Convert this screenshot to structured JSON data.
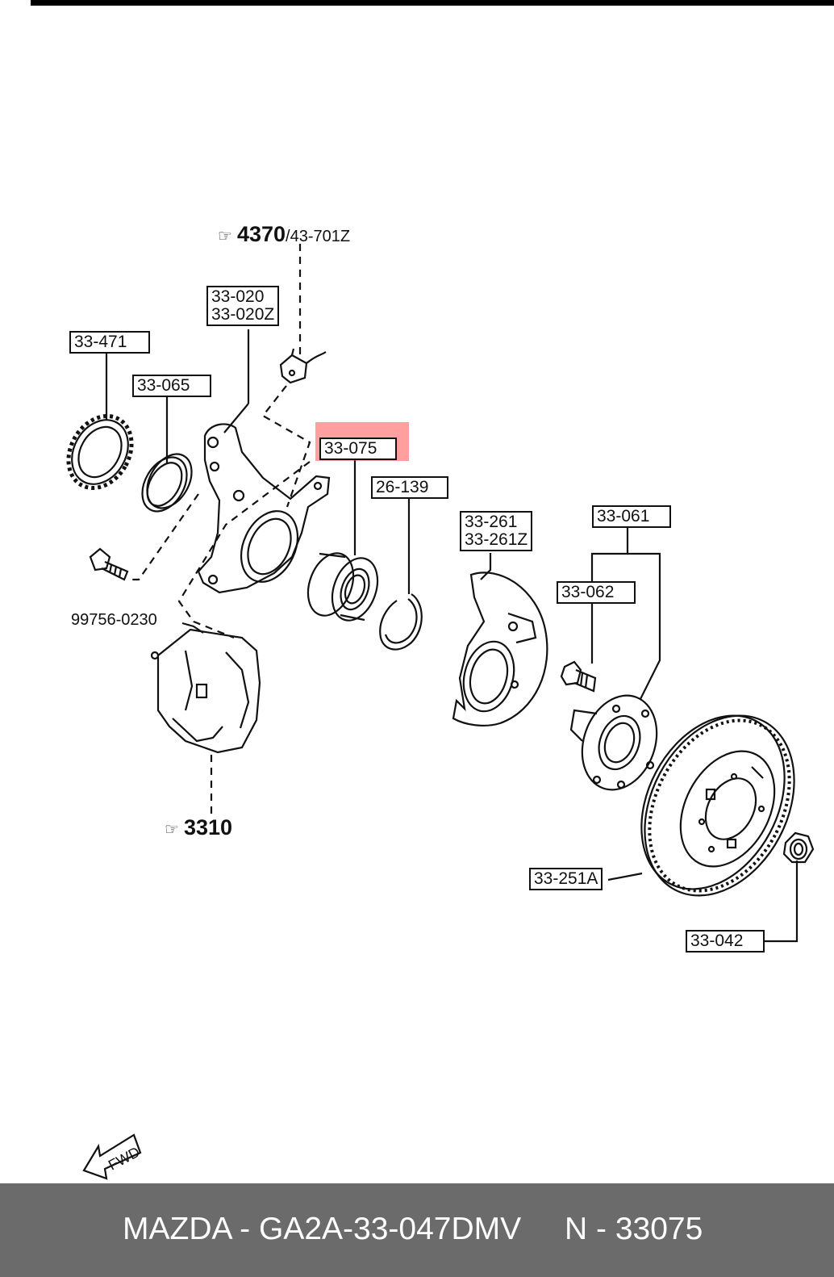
{
  "diagram": {
    "refs": {
      "ref_4370_main": "4370",
      "ref_4370_sub": "/43-701Z",
      "ref_3310": "3310",
      "ref_icon": "hand-pointer-icon"
    },
    "labels": {
      "l_33_020": "33-020",
      "l_33_020Z": "33-020Z",
      "l_33_471": "33-471",
      "l_33_065": "33-065",
      "l_33_075": "33-075",
      "l_26_139": "26-139",
      "l_33_261": "33-261",
      "l_33_261Z": "33-261Z",
      "l_33_061": "33-061",
      "l_33_062": "33-062",
      "l_99756": "99756-0230",
      "l_33_251A": "33-251A",
      "l_33_042": "33-042"
    },
    "highlighted_part": "33-075",
    "highlight_color": "#ff5050",
    "fwd_label": "FWD"
  },
  "footer": {
    "brand_part": "MAZDA - GA2A-33-047DMV",
    "catalog_no": "N - 33075",
    "background": "#6b6b6b"
  }
}
